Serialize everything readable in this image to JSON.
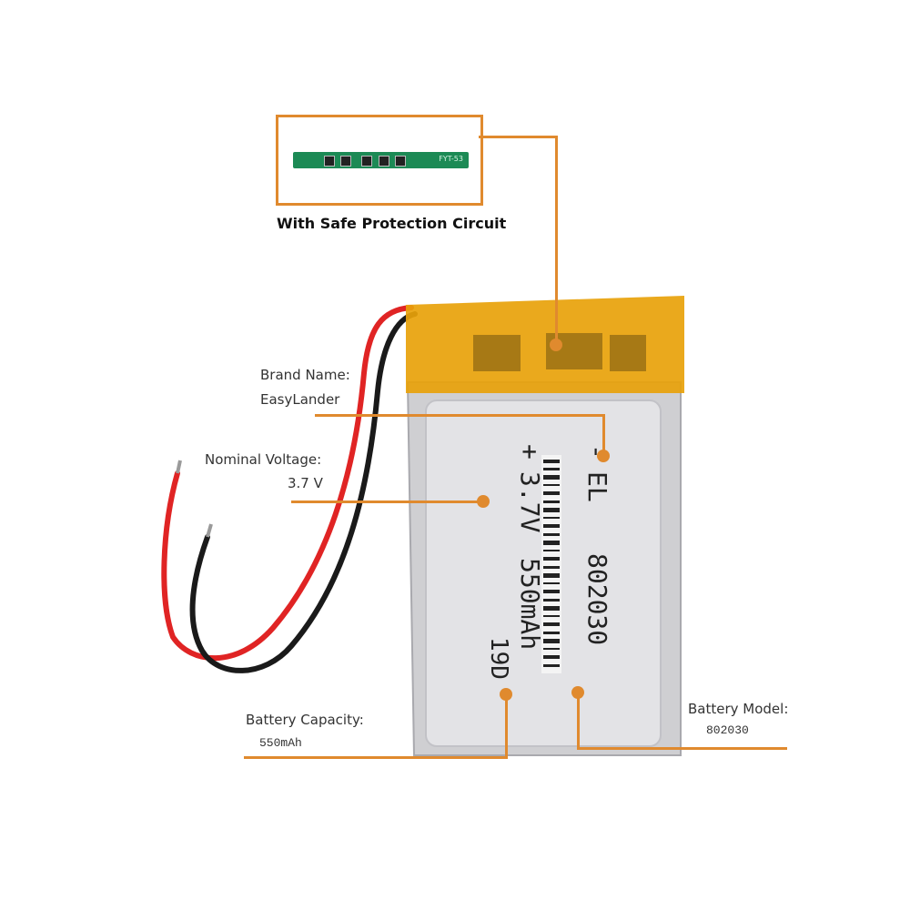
{
  "protection": {
    "caption": "With Safe Protection Circuit",
    "board_marking": "FYT-53"
  },
  "labels": {
    "brand_title": "Brand Name:",
    "brand_value": "EasyLander",
    "voltage_title": "Nominal Voltage:",
    "voltage_value": "3.7 V",
    "capacity_title": "Battery  Capacity:",
    "capacity_value": "550mAh",
    "model_title": "Battery Model:",
    "model_value": "802030"
  },
  "battery_print": {
    "minus": "-",
    "plus": "+",
    "brand": "EL",
    "voltage": "3.7V",
    "capacity": "550mAh",
    "model": "802030",
    "date_code": "19D"
  },
  "colors": {
    "accent": "#e08a2e",
    "wire_red": "#e02424",
    "wire_black": "#1a1a1a",
    "tape": "#e8a20a",
    "cell": "#d6d6d8"
  }
}
